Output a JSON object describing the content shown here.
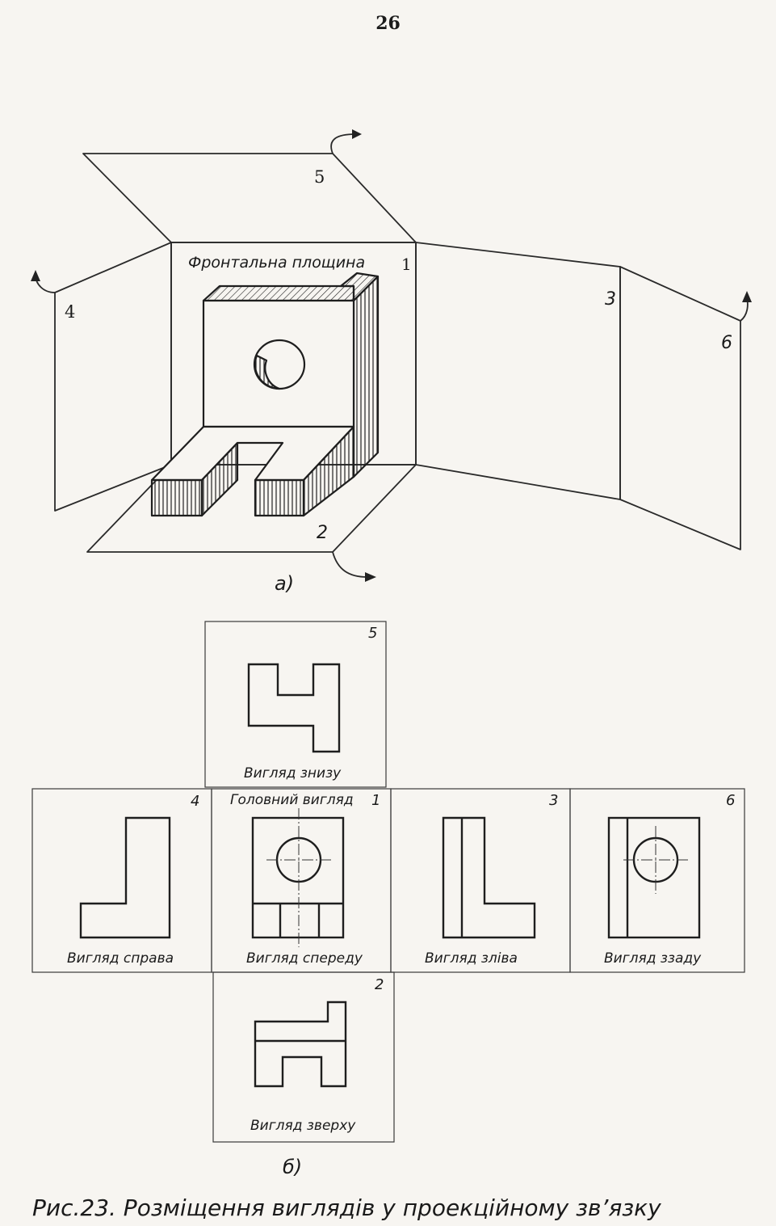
{
  "page_number": "26",
  "part_a": {
    "caption": "а)",
    "frontal_label": "Фронтальна площина",
    "plane_numbers": [
      "1",
      "2",
      "3",
      "4",
      "5",
      "6"
    ]
  },
  "part_b": {
    "caption": "б)",
    "views": [
      {
        "number": "5",
        "label": "Вигляд знизу"
      },
      {
        "number": "4",
        "label": "Вигляд справа"
      },
      {
        "number": "1",
        "label": "Вигляд спереду",
        "top_label": "Головний вигляд"
      },
      {
        "number": "3",
        "label": "Вигляд зліва"
      },
      {
        "number": "6",
        "label": "Вигляд ззаду"
      },
      {
        "number": "2",
        "label": "Вигляд зверху"
      }
    ]
  },
  "figure_caption": "Рис.23. Розміщення виглядів у проекційному зв’язку"
}
